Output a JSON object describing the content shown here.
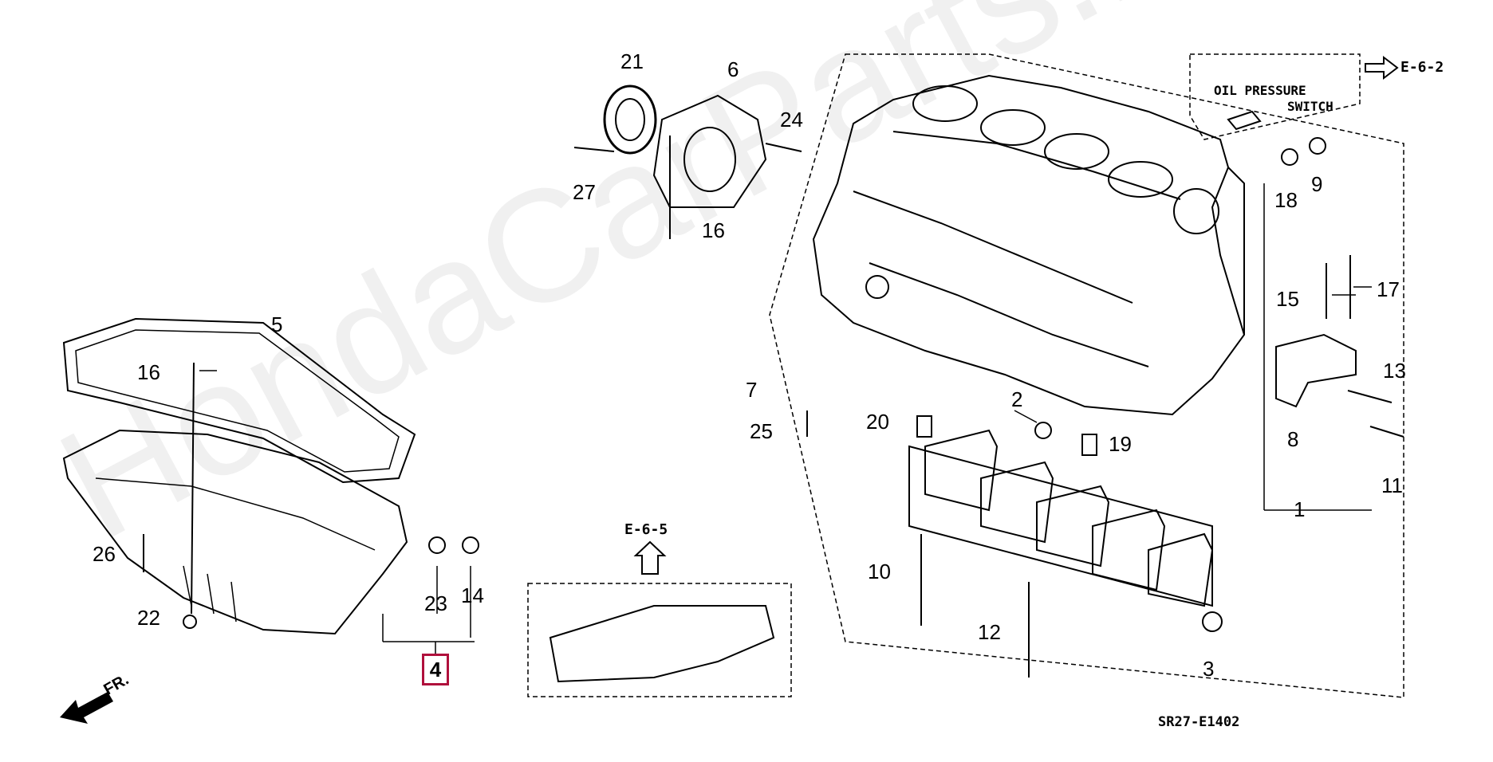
{
  "diagram": {
    "diagram_code": "SR27-E1402",
    "watermark": "HondaCarParts.ru",
    "highlighted_part": "4",
    "front_indicator": "FR.",
    "callouts": [
      {
        "id": "c21",
        "label": "21"
      },
      {
        "id": "c6",
        "label": "6"
      },
      {
        "id": "c24",
        "label": "24"
      },
      {
        "id": "c27",
        "label": "27"
      },
      {
        "id": "c16a",
        "label": "16"
      },
      {
        "id": "c5",
        "label": "5"
      },
      {
        "id": "c16b",
        "label": "16"
      },
      {
        "id": "c26",
        "label": "26"
      },
      {
        "id": "c22",
        "label": "22"
      },
      {
        "id": "c23",
        "label": "23"
      },
      {
        "id": "c14",
        "label": "14"
      },
      {
        "id": "c7",
        "label": "7"
      },
      {
        "id": "c25",
        "label": "25"
      },
      {
        "id": "c20",
        "label": "20"
      },
      {
        "id": "c2",
        "label": "2"
      },
      {
        "id": "c19",
        "label": "19"
      },
      {
        "id": "c10",
        "label": "10"
      },
      {
        "id": "c12",
        "label": "12"
      },
      {
        "id": "c3",
        "label": "3"
      },
      {
        "id": "c1",
        "label": "1"
      },
      {
        "id": "c18",
        "label": "18"
      },
      {
        "id": "c9",
        "label": "9"
      },
      {
        "id": "c15",
        "label": "15"
      },
      {
        "id": "c17",
        "label": "17"
      },
      {
        "id": "c13",
        "label": "13"
      },
      {
        "id": "c8",
        "label": "8"
      },
      {
        "id": "c11",
        "label": "11"
      }
    ],
    "oil_pressure_switch": {
      "line1": "OIL PRESSURE",
      "line2": "SWITCH"
    },
    "ref_links": [
      {
        "id": "ref-e62",
        "label": "E-6-2"
      },
      {
        "id": "ref-e65",
        "label": "E-6-5"
      }
    ]
  }
}
